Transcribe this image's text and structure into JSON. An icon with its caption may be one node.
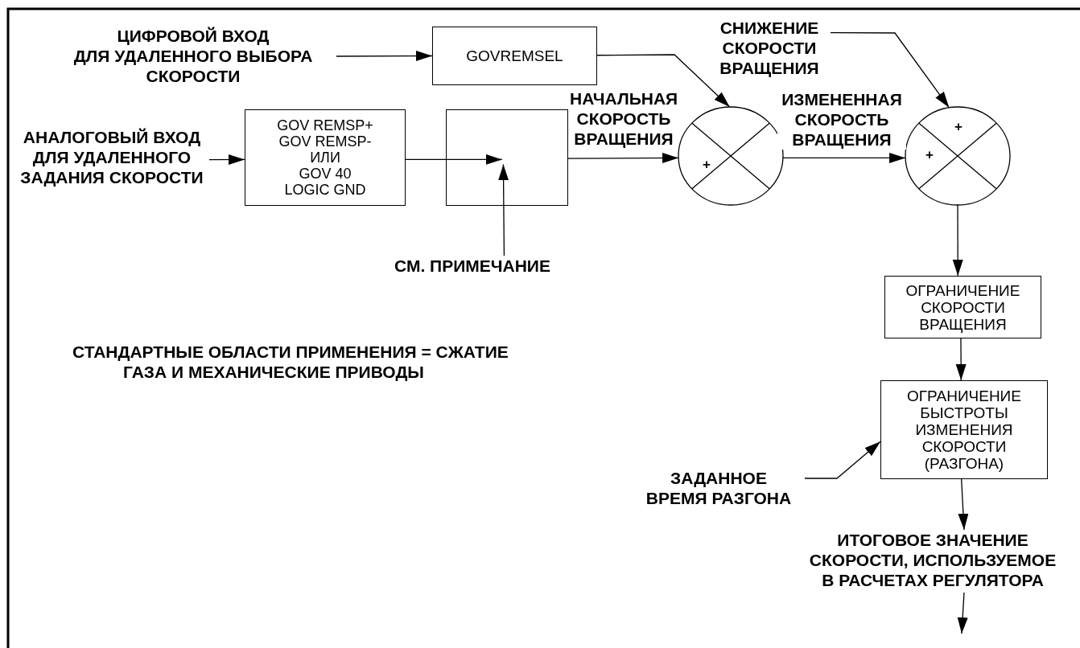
{
  "diagram": {
    "nodes": [
      {
        "text": [
          "ЦИФРОВОЙ ВХОД ДЛЯ УДАЛЕННОГО ВЫБОРА СКОРОСТИ"
        ]
      },
      {
        "text": [
          "GOVREMSEL"
        ]
      },
      {
        "text": [
          "АНАЛОГОВЫЙ ВХОД ДЛЯ УДАЛЕННОГО ЗАДАНИЯ СКОРОСТИ"
        ]
      },
      {
        "text": [
          "GOV REMSP+",
          "GOV REMSP-",
          "ИЛИ",
          "GOV 40 LOGIC GND"
        ]
      },
      {
        "text": [],
        "shape": "box"
      },
      {
        "text": [
          "СМ. ПРИМЕЧАНИЕ"
        ]
      },
      {
        "text": [
          "+"
        ]
      },
      {
        "text": [
          "СНИЖЕНИЕ СКОРОСТИ ВРАЩЕНИЯ"
        ]
      },
      {
        "text": [
          "+",
          "+"
        ]
      },
      {
        "text": [
          "ОГРАНИЧЕНИЕ СКОРОСТИ ВРАЩЕНИЯ"
        ]
      },
      {
        "text": [
          "ОГРАНИЧЕНИЕ БЫСТРОТЫ ИЗМЕНЕНИЯ СКОРОСТИ (РАЗГОНА)"
        ]
      },
      {
        "text": [
          "ЗАДАННОЕ ВРЕМЯ РАЗГОНА"
        ]
      },
      {
        "text": [
          "ИТОГОВОЕ ЗНАЧЕНИЕ СКОРОСТИ, ИСПОЛЬЗУЕМОЕ В РАСЧЕТАХ РЕГУЛЯТОРА"
        ]
      }
    ],
    "edges": [
      {
        "from": 0,
        "to": 1,
        "arrow": "to"
      },
      {
        "from": 1,
        "to": 6,
        "arrow": "to"
      },
      {
        "from": 2,
        "to": 3,
        "arrow": "to"
      },
      {
        "from": 3,
        "to": 4,
        "arrow": "to"
      },
      {
        "from": 5,
        "to": 4,
        "arrow": "to"
      },
      {
        "from": 4,
        "to": 6,
        "arrow": "to",
        "label": "НАЧАЛЬНАЯ СКОРОСТЬ ВРАЩЕНИЯ"
      },
      {
        "from": 6,
        "to": 8,
        "arrow": "to",
        "label": "ИЗМЕНЕННАЯ СКОРОСТЬ ВРАЩЕНИЯ"
      },
      {
        "from": 7,
        "to": 8,
        "arrow": "to"
      },
      {
        "from": 8,
        "to": 9,
        "arrow": "to"
      },
      {
        "from": 9,
        "to": 10,
        "arrow": "to"
      },
      {
        "from": 11,
        "to": 10,
        "arrow": "to"
      },
      {
        "from": 10,
        "to": 12,
        "arrow": "to"
      },
      {
        "from": 12,
        "to": null,
        "arrow": "to"
      }
    ],
    "labels": [
      "СТАНДАРТНЫЕ ОБЛАСТИ ПРИМЕНЕНИЯ = СЖАТИЕ ГАЗА И МЕХАНИЧЕСКИЕ ПРИВОДЫ"
    ]
  }
}
